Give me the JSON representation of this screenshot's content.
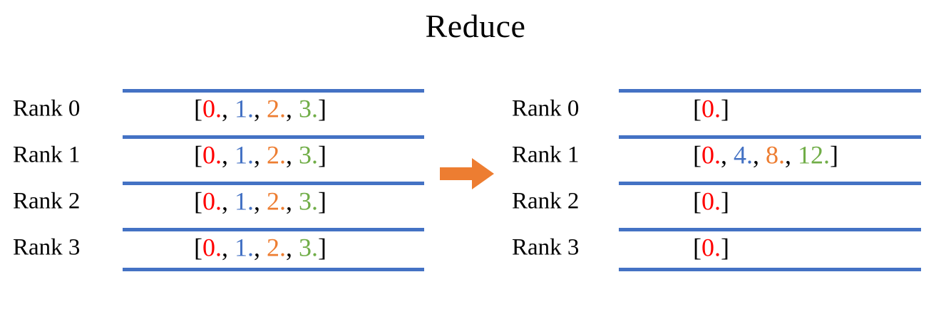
{
  "title": "Reduce",
  "colors": {
    "rule": "#4472c4",
    "arrow": "#ed7d31",
    "value_0": "#ff0000",
    "value_1": "#4472c4",
    "value_2": "#ed7d31",
    "value_3": "#70ad47",
    "text": "#000000",
    "background": "#ffffff"
  },
  "arrow": {
    "icon": "right-arrow-icon",
    "direction": "right"
  },
  "panels": [
    {
      "id": "before",
      "rows": [
        {
          "rank_label": "Rank 0",
          "open_bracket": "[",
          "close_bracket": "]",
          "separator": ", ",
          "values": [
            "0.",
            "1.",
            "2.",
            "3."
          ],
          "value_colors": [
            "#ff0000",
            "#4472c4",
            "#ed7d31",
            "#70ad47"
          ],
          "text": "[0., 1., 2., 3.]"
        },
        {
          "rank_label": "Rank 1",
          "open_bracket": "[",
          "close_bracket": "]",
          "separator": ", ",
          "values": [
            "0.",
            "1.",
            "2.",
            "3."
          ],
          "value_colors": [
            "#ff0000",
            "#4472c4",
            "#ed7d31",
            "#70ad47"
          ],
          "text": "[0., 1., 2., 3.]"
        },
        {
          "rank_label": "Rank 2",
          "open_bracket": "[",
          "close_bracket": "]",
          "separator": ", ",
          "values": [
            "0.",
            "1.",
            "2.",
            "3."
          ],
          "value_colors": [
            "#ff0000",
            "#4472c4",
            "#ed7d31",
            "#70ad47"
          ],
          "text": "[0., 1., 2., 3.]"
        },
        {
          "rank_label": "Rank 3",
          "open_bracket": "[",
          "close_bracket": "]",
          "separator": ", ",
          "values": [
            "0.",
            "1.",
            "2.",
            "3."
          ],
          "value_colors": [
            "#ff0000",
            "#4472c4",
            "#ed7d31",
            "#70ad47"
          ],
          "text": "[0., 1., 2., 3.]"
        }
      ]
    },
    {
      "id": "after",
      "rows": [
        {
          "rank_label": "Rank 0",
          "open_bracket": "[",
          "close_bracket": "]",
          "separator": ", ",
          "values": [
            "0."
          ],
          "value_colors": [
            "#ff0000"
          ],
          "text": "[0.]"
        },
        {
          "rank_label": "Rank 1",
          "open_bracket": "[",
          "close_bracket": "]",
          "separator": ", ",
          "values": [
            "0.",
            "4.",
            "8.",
            "12."
          ],
          "value_colors": [
            "#ff0000",
            "#4472c4",
            "#ed7d31",
            "#70ad47"
          ],
          "text": "[0., 4., 8., 12.]"
        },
        {
          "rank_label": "Rank 2",
          "open_bracket": "[",
          "close_bracket": "]",
          "separator": ", ",
          "values": [
            "0."
          ],
          "value_colors": [
            "#ff0000"
          ],
          "text": "[0.]"
        },
        {
          "rank_label": "Rank 3",
          "open_bracket": "[",
          "close_bracket": "]",
          "separator": ", ",
          "values": [
            "0."
          ],
          "value_colors": [
            "#ff0000"
          ],
          "text": "[0.]"
        }
      ]
    }
  ]
}
